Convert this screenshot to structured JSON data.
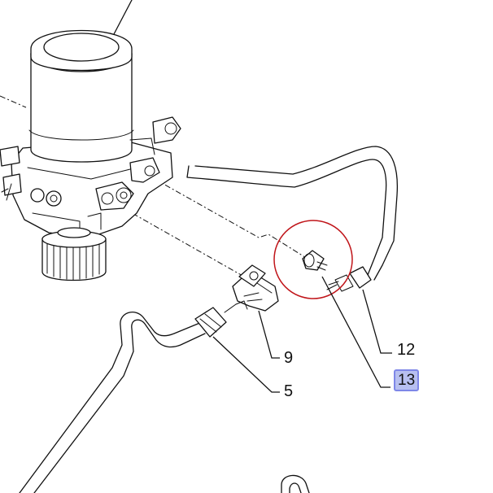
{
  "diagram": {
    "highlight_color": "#b7bff0",
    "highlight_border_color": "#7e87e8",
    "circle_color": "#c0151a",
    "labels": {
      "part_9": "9",
      "part_5": "5",
      "part_12": "12",
      "part_13": "13"
    },
    "highlighted_part": "13"
  }
}
